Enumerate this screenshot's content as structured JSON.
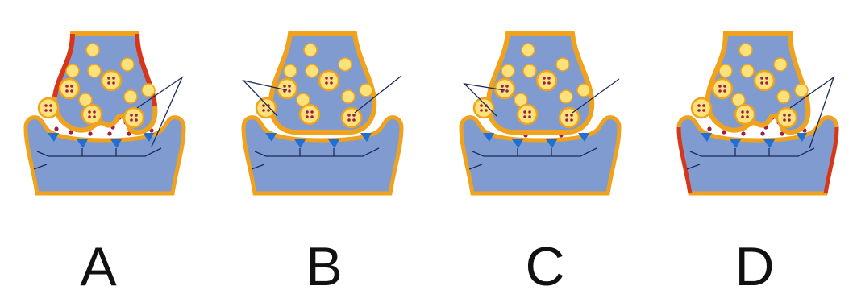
{
  "panels": [
    {
      "label": "A",
      "terminal_shape": "tall",
      "presynaptic_edge": "red-orange",
      "postsynaptic_edge": "orange",
      "cleft_transmitter": "many",
      "vesicle_pointer": "right"
    },
    {
      "label": "B",
      "terminal_shape": "rounded",
      "presynaptic_edge": "orange",
      "postsynaptic_edge": "orange",
      "cleft_transmitter": "none",
      "vesicle_pointer": "left"
    },
    {
      "label": "C",
      "terminal_shape": "rounded",
      "presynaptic_edge": "orange",
      "postsynaptic_edge": "orange",
      "cleft_transmitter": "few",
      "vesicle_pointer": "left"
    },
    {
      "label": "D",
      "terminal_shape": "tall",
      "presynaptic_edge": "orange",
      "postsynaptic_edge": "red-orange",
      "cleft_transmitter": "many",
      "vesicle_pointer": "right"
    }
  ],
  "colors": {
    "neuron_fill": "#7f9bd0",
    "membrane": "#f0a21c",
    "active_membrane": "#d5361c",
    "vesicle": "#fbe27a",
    "transmitter": "#9e1e4a",
    "receptor": "#1f6fd6",
    "background": "#ffffff"
  }
}
